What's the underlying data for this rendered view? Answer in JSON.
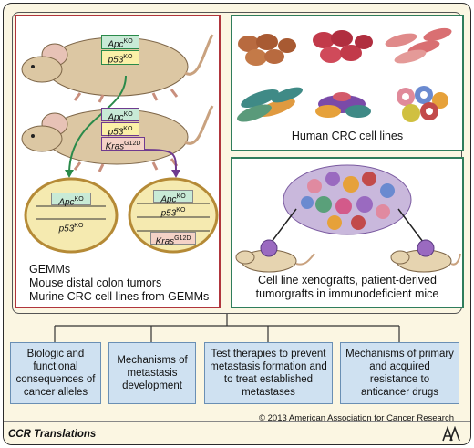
{
  "gemm": {
    "mouse1_genes": [
      {
        "name": "Apc",
        "sup": "KO"
      },
      {
        "name": "p53",
        "sup": "KO"
      }
    ],
    "mouse2_genes": [
      {
        "name": "Apc",
        "sup": "KO"
      },
      {
        "name": "p53",
        "sup": "KO"
      },
      {
        "name": "Kras",
        "sup": "G12D"
      }
    ],
    "cell1_genes": [
      {
        "name": "Apc",
        "sup": "KO"
      },
      {
        "name": "p53",
        "sup": "KO"
      }
    ],
    "cell2_genes": [
      {
        "name": "Apc",
        "sup": "KO"
      },
      {
        "name": "p53",
        "sup": "KO"
      },
      {
        "name": "Kras",
        "sup": "G12D"
      }
    ],
    "caption_lines": [
      "GEMMs",
      "Mouse distal colon tumors",
      "Murine CRC cell lines from GEMMs"
    ]
  },
  "cell_lines": {
    "caption": "Human CRC cell lines"
  },
  "xenografts": {
    "caption_lines": [
      "Cell line xenografts, patient-derived",
      "tumorgrafts in immunodeficient mice"
    ]
  },
  "applications": [
    {
      "text": "Biologic and functional consequences of cancer alleles"
    },
    {
      "text": "Mechanisms of metastasis development"
    },
    {
      "text": "Test therapies to prevent metastasis formation and to treat established metastases"
    },
    {
      "text": "Mechanisms of primary and acquired resistance to anticancer drugs"
    }
  ],
  "copyright": "© 2013 American Association for Cancer Research",
  "footer": {
    "series_title": "CCR Translations",
    "logo_text": "AACR"
  },
  "colors": {
    "gemm_border": "#b0353c",
    "human_border": "#2f7d5c",
    "box_fill": "#cfe1f1",
    "background": "#fbf6e2"
  }
}
